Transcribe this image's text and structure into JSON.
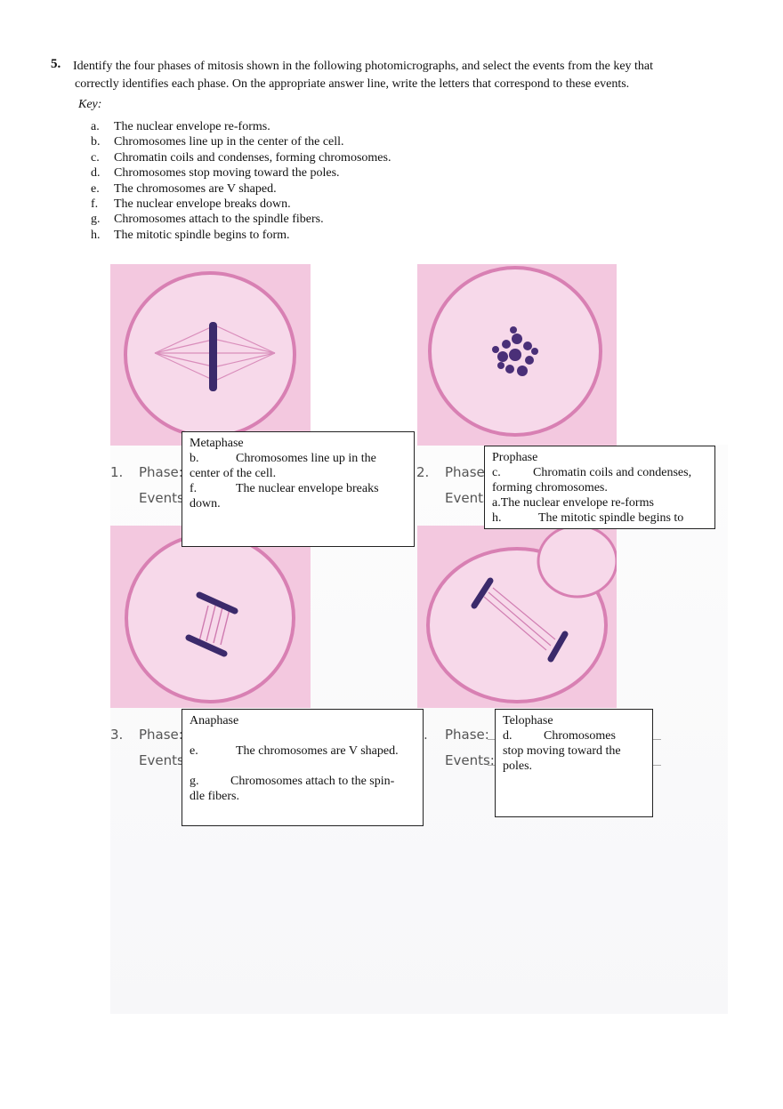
{
  "question": {
    "number": "5.",
    "line1": "Identify the four phases of mitosis shown in the following photomicrographs, and select the events from the key that",
    "line2": "correctly identifies each phase. On the appropriate answer line, write the letters that correspond to these events."
  },
  "key": {
    "label": "Key:",
    "items": [
      {
        "letter": "a.",
        "text": "The nuclear envelope re-forms."
      },
      {
        "letter": "b.",
        "text": "Chromosomes line up in the center of the cell."
      },
      {
        "letter": "c.",
        "text": "Chromatin coils and condenses, forming chromosomes."
      },
      {
        "letter": "d.",
        "text": "Chromosomes stop moving toward the poles."
      },
      {
        "letter": "e.",
        "text": "The chromosomes are V shaped."
      },
      {
        "letter": "f.",
        "text": "The nuclear envelope breaks down."
      },
      {
        "letter": "g.",
        "text": "Chromosomes attach to the spindle fibers."
      },
      {
        "letter": "h.",
        "text": "The mitotic spindle begins to form."
      }
    ]
  },
  "panels": [
    {
      "num": "1.",
      "phase_label": "Phase:",
      "events_label": "Events:"
    },
    {
      "num": "2.",
      "phase_label": "Phase:",
      "events_label": "Events"
    },
    {
      "num": "3.",
      "phase_label": "Phase:",
      "events_label": "Events:"
    },
    {
      "num": ".",
      "phase_label": "Phase:",
      "events_label": "Events:"
    }
  ],
  "answers": {
    "box1": {
      "phase": "Metaphase",
      "b_letter": "b.",
      "b_text": "Chromosomes line up in the",
      "b_cont": "center of the cell.",
      "f_letter": "f.",
      "f_text": "The nuclear envelope breaks",
      "f_cont": "down."
    },
    "box2": {
      "phase": "Prophase",
      "c_letter": "c.",
      "c_text": "Chromatin coils and condenses,",
      "c_cont": "forming chromosomes.",
      "a_line": "a.The nuclear envelope re-forms",
      "h_letter": "h.",
      "h_text": "The mitotic spindle begins to"
    },
    "box3": {
      "phase": "Anaphase",
      "e_letter": "e.",
      "e_text": "The chromosomes are V shaped.",
      "g_letter": "g.",
      "g_text": "Chromosomes attach to the spin-",
      "g_cont": "dle fibers."
    },
    "box4": {
      "phase": "Telophase",
      "d_letter": "d.",
      "d_text": "Chromosomes",
      "d_cont1": "stop moving toward the",
      "d_cont2": "poles."
    }
  },
  "colors": {
    "stain_pink": "#e9a6cf",
    "stain_light": "#f6d6e9",
    "chromosome": "#3b2a6b"
  }
}
